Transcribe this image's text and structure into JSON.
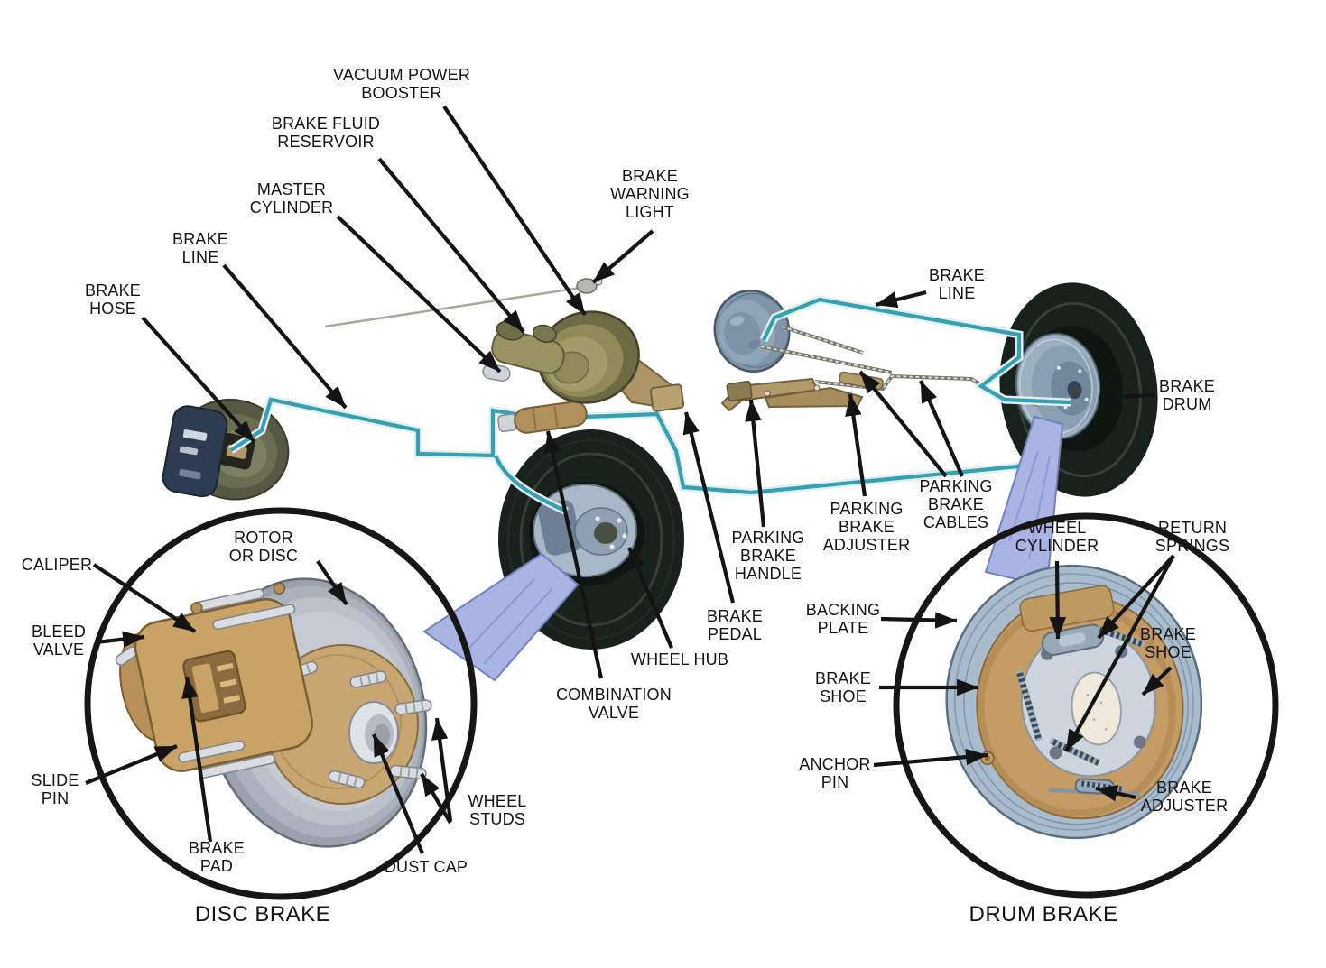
{
  "figure": {
    "description": "Automotive brake system diagram with disc brake and drum brake detail insets",
    "captions": {
      "disc": "DISC BRAKE",
      "drum": "DRUM BRAKE"
    },
    "labels": {
      "vacuum_power_booster": "VACUUM POWER\nBOOSTER",
      "brake_fluid_reservoir": "BRAKE FLUID\nRESERVOIR",
      "master_cylinder": "MASTER\nCYLINDER",
      "brake_line_left": "BRAKE\nLINE",
      "brake_hose": "BRAKE\nHOSE",
      "brake_warning_light": "BRAKE\nWARNING\nLIGHT",
      "brake_line_right": "BRAKE\nLINE",
      "brake_drum": "BRAKE\nDRUM",
      "parking_brake_cables": "PARKING\nBRAKE\nCABLES",
      "parking_brake_adjuster": "PARKING\nBRAKE\nADJUSTER",
      "parking_brake_handle": "PARKING\nBRAKE\nHANDLE",
      "brake_pedal": "BRAKE\nPEDAL",
      "wheel_hub": "WHEEL HUB",
      "combination_valve": "COMBINATION\nVALVE",
      "rotor_or_disc": "ROTOR\nOR DISC",
      "caliper": "CALIPER",
      "bleed_valve": "BLEED\nVALVE",
      "slide_pin": "SLIDE\nPIN",
      "brake_pad": "BRAKE\nPAD",
      "dust_cap": "DUST CAP",
      "wheel_studs": "WHEEL\nSTUDS",
      "wheel_cylinder": "WHEEL\nCYLINDER",
      "return_springs": "RETURN\nSPRINGS",
      "backing_plate": "BACKING\nPLATE",
      "brake_shoe_left": "BRAKE\nSHOE",
      "brake_shoe_right": "BRAKE\nSHOE",
      "anchor_pin": "ANCHOR\nPIN",
      "brake_adjuster": "BRAKE\nADJUSTER"
    },
    "colors": {
      "brake_line_teal": "#35a0b2",
      "cable_gray": "#75756c",
      "arrow_black": "#141414",
      "caliper_tan": "#c9a265",
      "drum_tan": "#c59c63",
      "steel_blue": "#a9bccd",
      "master_cylinder_olive": "#8f8a58",
      "tire_black": "#19211c",
      "funnel_blue": "#a9b4e2"
    }
  }
}
